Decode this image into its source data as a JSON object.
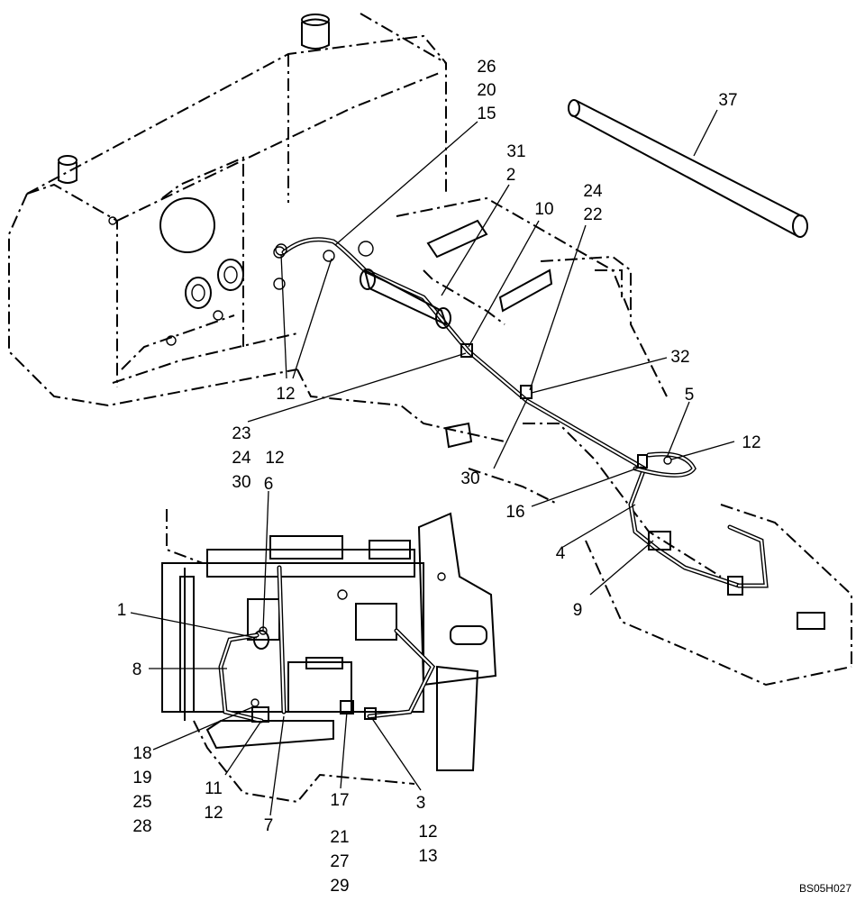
{
  "callouts": [
    {
      "id": "c26",
      "text": "26"
    },
    {
      "id": "c20",
      "text": "20"
    },
    {
      "id": "c15",
      "text": "15"
    },
    {
      "id": "c37",
      "text": "37"
    },
    {
      "id": "c31",
      "text": "31"
    },
    {
      "id": "c2",
      "text": "2"
    },
    {
      "id": "c10",
      "text": "10"
    },
    {
      "id": "c24a",
      "text": "24"
    },
    {
      "id": "c22",
      "text": "22"
    },
    {
      "id": "c32",
      "text": "32"
    },
    {
      "id": "c5",
      "text": "5"
    },
    {
      "id": "c12e",
      "text": "12"
    },
    {
      "id": "c12a",
      "text": "12"
    },
    {
      "id": "c23",
      "text": "23"
    },
    {
      "id": "c24b",
      "text": "24"
    },
    {
      "id": "c30a",
      "text": "30"
    },
    {
      "id": "c30b",
      "text": "30"
    },
    {
      "id": "c16",
      "text": "16"
    },
    {
      "id": "c4",
      "text": "4"
    },
    {
      "id": "c9",
      "text": "9"
    },
    {
      "id": "c12b",
      "text": "12"
    },
    {
      "id": "c6",
      "text": "6"
    },
    {
      "id": "c1",
      "text": "1"
    },
    {
      "id": "c8",
      "text": "8"
    },
    {
      "id": "c18",
      "text": "18"
    },
    {
      "id": "c19",
      "text": "19"
    },
    {
      "id": "c25",
      "text": "25"
    },
    {
      "id": "c28",
      "text": "28"
    },
    {
      "id": "c11",
      "text": "11"
    },
    {
      "id": "c12c",
      "text": "12"
    },
    {
      "id": "c7",
      "text": "7"
    },
    {
      "id": "c17",
      "text": "17"
    },
    {
      "id": "c21",
      "text": "21"
    },
    {
      "id": "c27",
      "text": "27"
    },
    {
      "id": "c29",
      "text": "29"
    },
    {
      "id": "c3",
      "text": "3"
    },
    {
      "id": "c12d",
      "text": "12"
    },
    {
      "id": "c13",
      "text": "13"
    }
  ],
  "reference_code": "BS05H027"
}
